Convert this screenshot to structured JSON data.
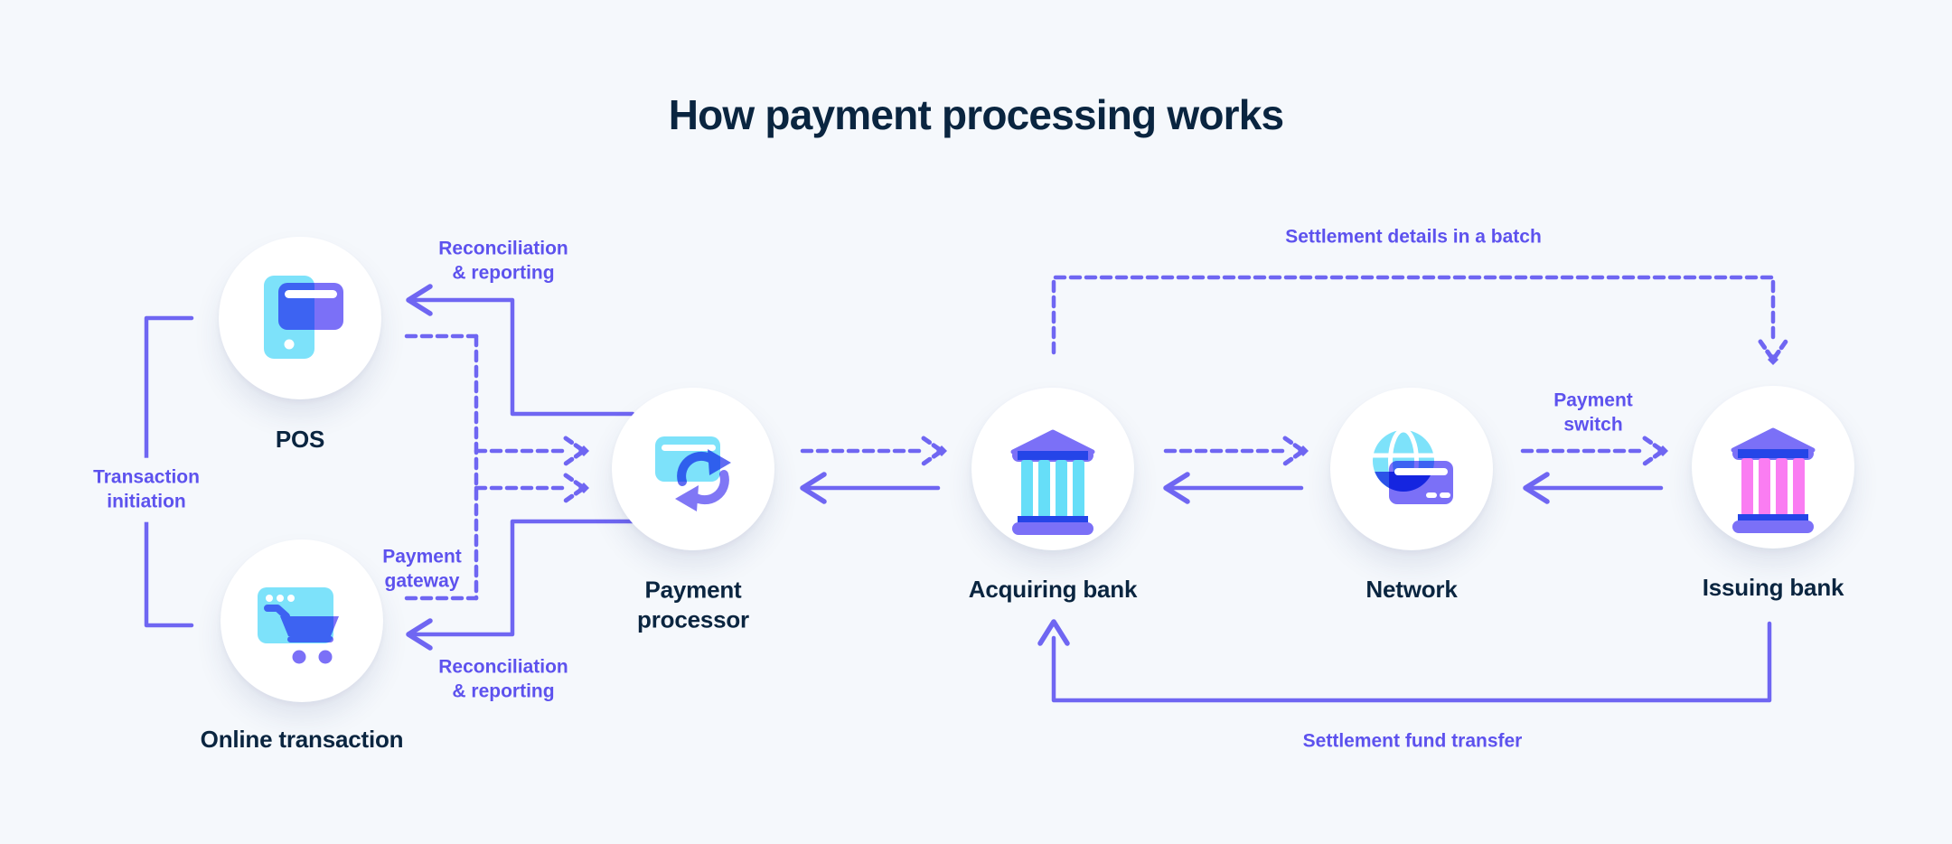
{
  "title": "How payment processing works",
  "colors": {
    "background": "#f5f8fc",
    "heading_text": "#0a2540",
    "connector_purple": "#6f66f2",
    "connector_label_purple": "#5d52ee",
    "icon_cyan": "#7de2fa",
    "icon_blue": "#2545e8",
    "icon_purple": "#7b70f7",
    "icon_pink": "#fa7df2",
    "node_fill": "#ffffff"
  },
  "nodes": [
    {
      "id": "pos",
      "label": "POS",
      "icon": "pos-card-phone-icon"
    },
    {
      "id": "online-transaction",
      "label": "Online transaction",
      "icon": "shopping-cart-browser-icon"
    },
    {
      "id": "payment-processor",
      "label": "Payment\nprocessor",
      "icon": "card-sync-icon"
    },
    {
      "id": "acquiring-bank",
      "label": "Acquiring bank",
      "icon": "bank-icon"
    },
    {
      "id": "network",
      "label": "Network",
      "icon": "globe-card-icon"
    },
    {
      "id": "issuing-bank",
      "label": "Issuing bank",
      "icon": "bank-icon"
    }
  ],
  "edge_labels": {
    "transaction_initiation": "Transaction\ninitiation",
    "reconciliation_reporting_pos": "Reconciliation\n& reporting",
    "payment_gateway": "Payment\ngateway",
    "reconciliation_reporting_online": "Reconciliation\n& reporting",
    "settlement_details_batch": "Settlement details in a batch",
    "payment_switch": "Payment\nswitch",
    "settlement_fund_transfer": "Settlement fund transfer"
  }
}
